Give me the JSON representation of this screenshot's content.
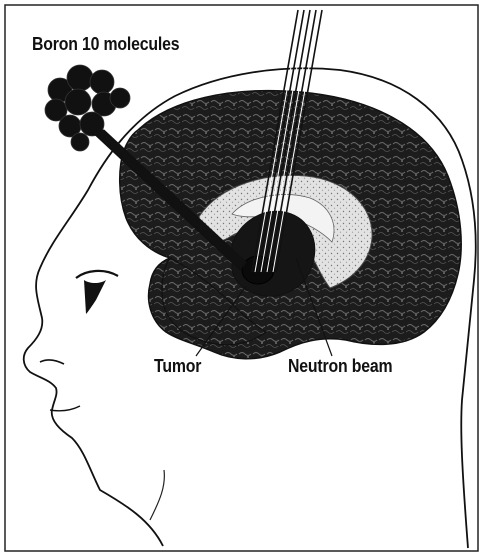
{
  "labels": {
    "boron": "Boron 10 molecules",
    "tumor": "Tumor",
    "neutron_beam": "Neutron beam"
  },
  "colors": {
    "ink": "#111111",
    "brain": "#1c1c1c",
    "ventricle": "#dcdcdc",
    "paper": "#ffffff"
  },
  "icons": {
    "molecule_cluster": "boron-molecule-cluster-icon",
    "beam": "neutron-beam-lines",
    "tumor": "tumor-blob"
  }
}
